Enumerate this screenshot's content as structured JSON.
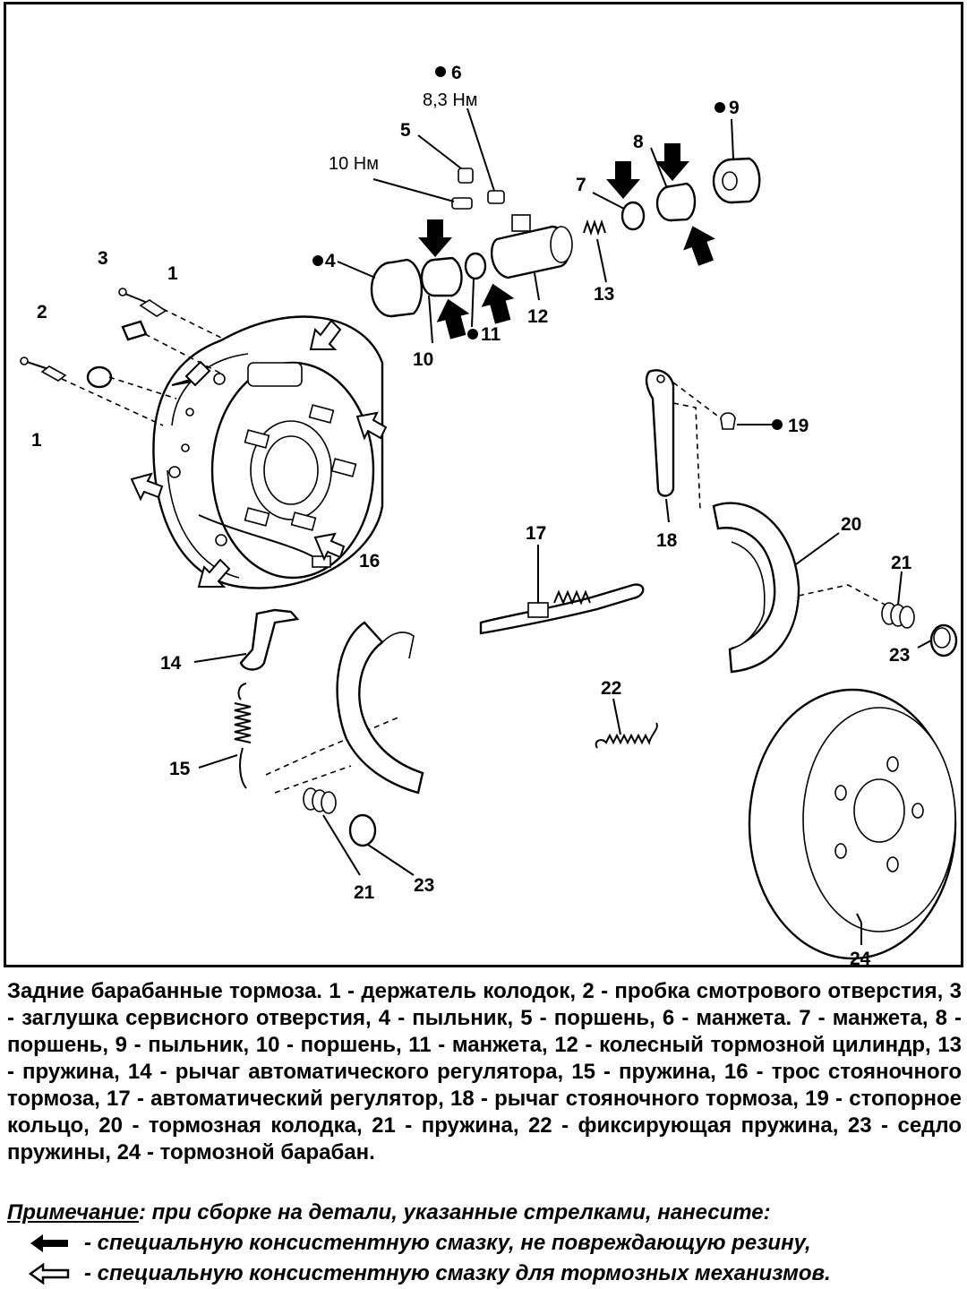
{
  "figure": {
    "labels": {
      "l1a": "1",
      "l1b": "1",
      "l2": "2",
      "l3": "3",
      "l4": "4",
      "l5": "5",
      "l6": "6",
      "l6torque": "8,3 Нм",
      "l7": "7",
      "l8": "8",
      "l9": "9",
      "l10": "10",
      "l10torque": "10 Нм",
      "l11": "11",
      "l12": "12",
      "l13": "13",
      "l14": "14",
      "l15": "15",
      "l16": "16",
      "l17": "17",
      "l18": "18",
      "l19": "19",
      "l20": "20",
      "l21a": "21",
      "l21b": "21",
      "l22": "22",
      "l23a": "23",
      "l23b": "23",
      "l24": "24"
    }
  },
  "caption": "Задние барабанные тормоза. 1 - держатель колодок, 2 - пробка смотрового отверстия, 3 - заглушка сервисного отверстия, 4 - пыльник, 5 - поршень, 6 - манжета. 7 - манжета, 8 - поршень, 9 - пыльник, 10 - поршень, 11 - манжета, 12 - колесный тормозной цилиндр, 13 - пружина, 14 - рычаг автоматического регулятора, 15 - пружина, 16 - трос стояночного тормоза, 17 - автоматический регулятор, 18 - рычаг стояночного тормоза, 19 - стопорное кольцо, 20 - тормозная колодка, 21 - пружина, 22 - фиксирующая пружина, 23 - седло пружины, 24 - тормозной барабан.",
  "note": {
    "title": "Примечание",
    "text": ": при сборке на детали, указанные стрелками, нанесите:",
    "legend_black": "- специальную консистентную смазку, не повреждающую резину,",
    "legend_white": "- специальную консистентную смазку для тормозных механизмов.",
    "black_arrow_icon": "filled-arrow-icon",
    "white_arrow_icon": "outline-arrow-icon"
  }
}
